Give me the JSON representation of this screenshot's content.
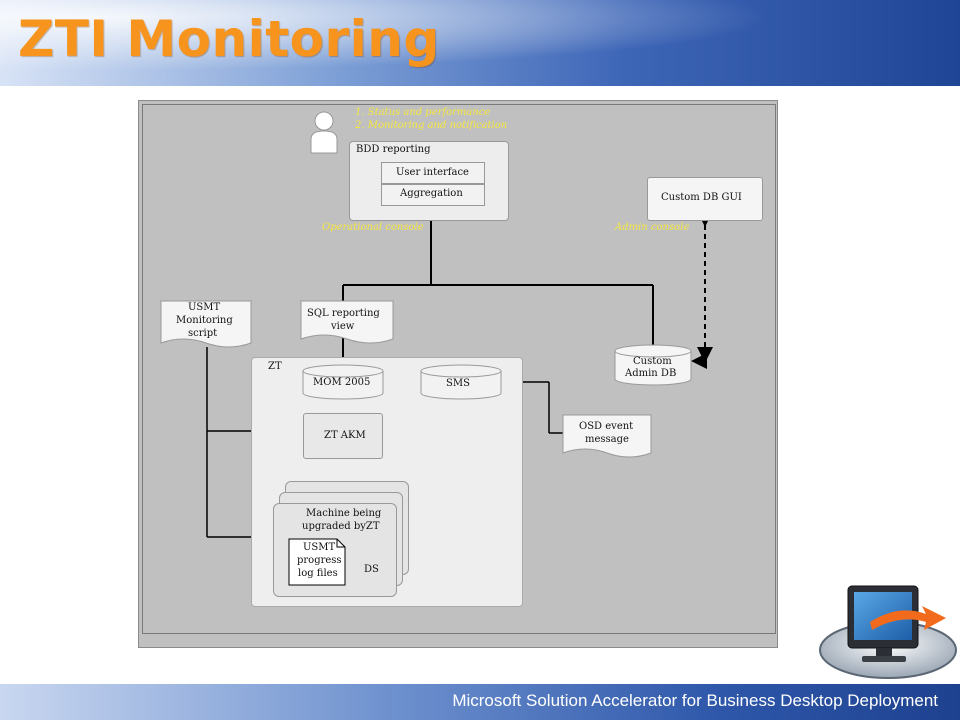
{
  "slide": {
    "title": "ZTI Monitoring",
    "footer": "Microsoft Solution Accelerator for Business Desktop Deployment"
  },
  "diagram": {
    "goals": [
      "1. Status and performance",
      "2. Monitoring and notification"
    ],
    "bdd_reporting": {
      "title": "BDD reporting",
      "user_interface": "User interface",
      "aggregation": "Aggregation"
    },
    "custom_db_gui": "Custom DB GUI",
    "operational_console": "Operational console",
    "admin_console": "Admin console",
    "usmt_script": [
      "USMT",
      "Monitoring",
      "script"
    ],
    "sql_view": [
      "SQL reporting",
      "view"
    ],
    "custom_admin_db": [
      "Custom",
      "Admin DB"
    ],
    "zt_label": "ZT",
    "mom": "MOM 2005",
    "sms": "SMS",
    "osd_event": [
      "OSD event",
      "message"
    ],
    "zt_akm": "ZT AKM",
    "machine": [
      "Machine being",
      "upgraded byZT"
    ],
    "usmt_log": [
      "USMT",
      "progress",
      "log files"
    ],
    "ds": "DS"
  },
  "colors": {
    "title": "#f7941d",
    "diagram_bg": "#c0c0c0",
    "annotation": "#f5e642"
  }
}
